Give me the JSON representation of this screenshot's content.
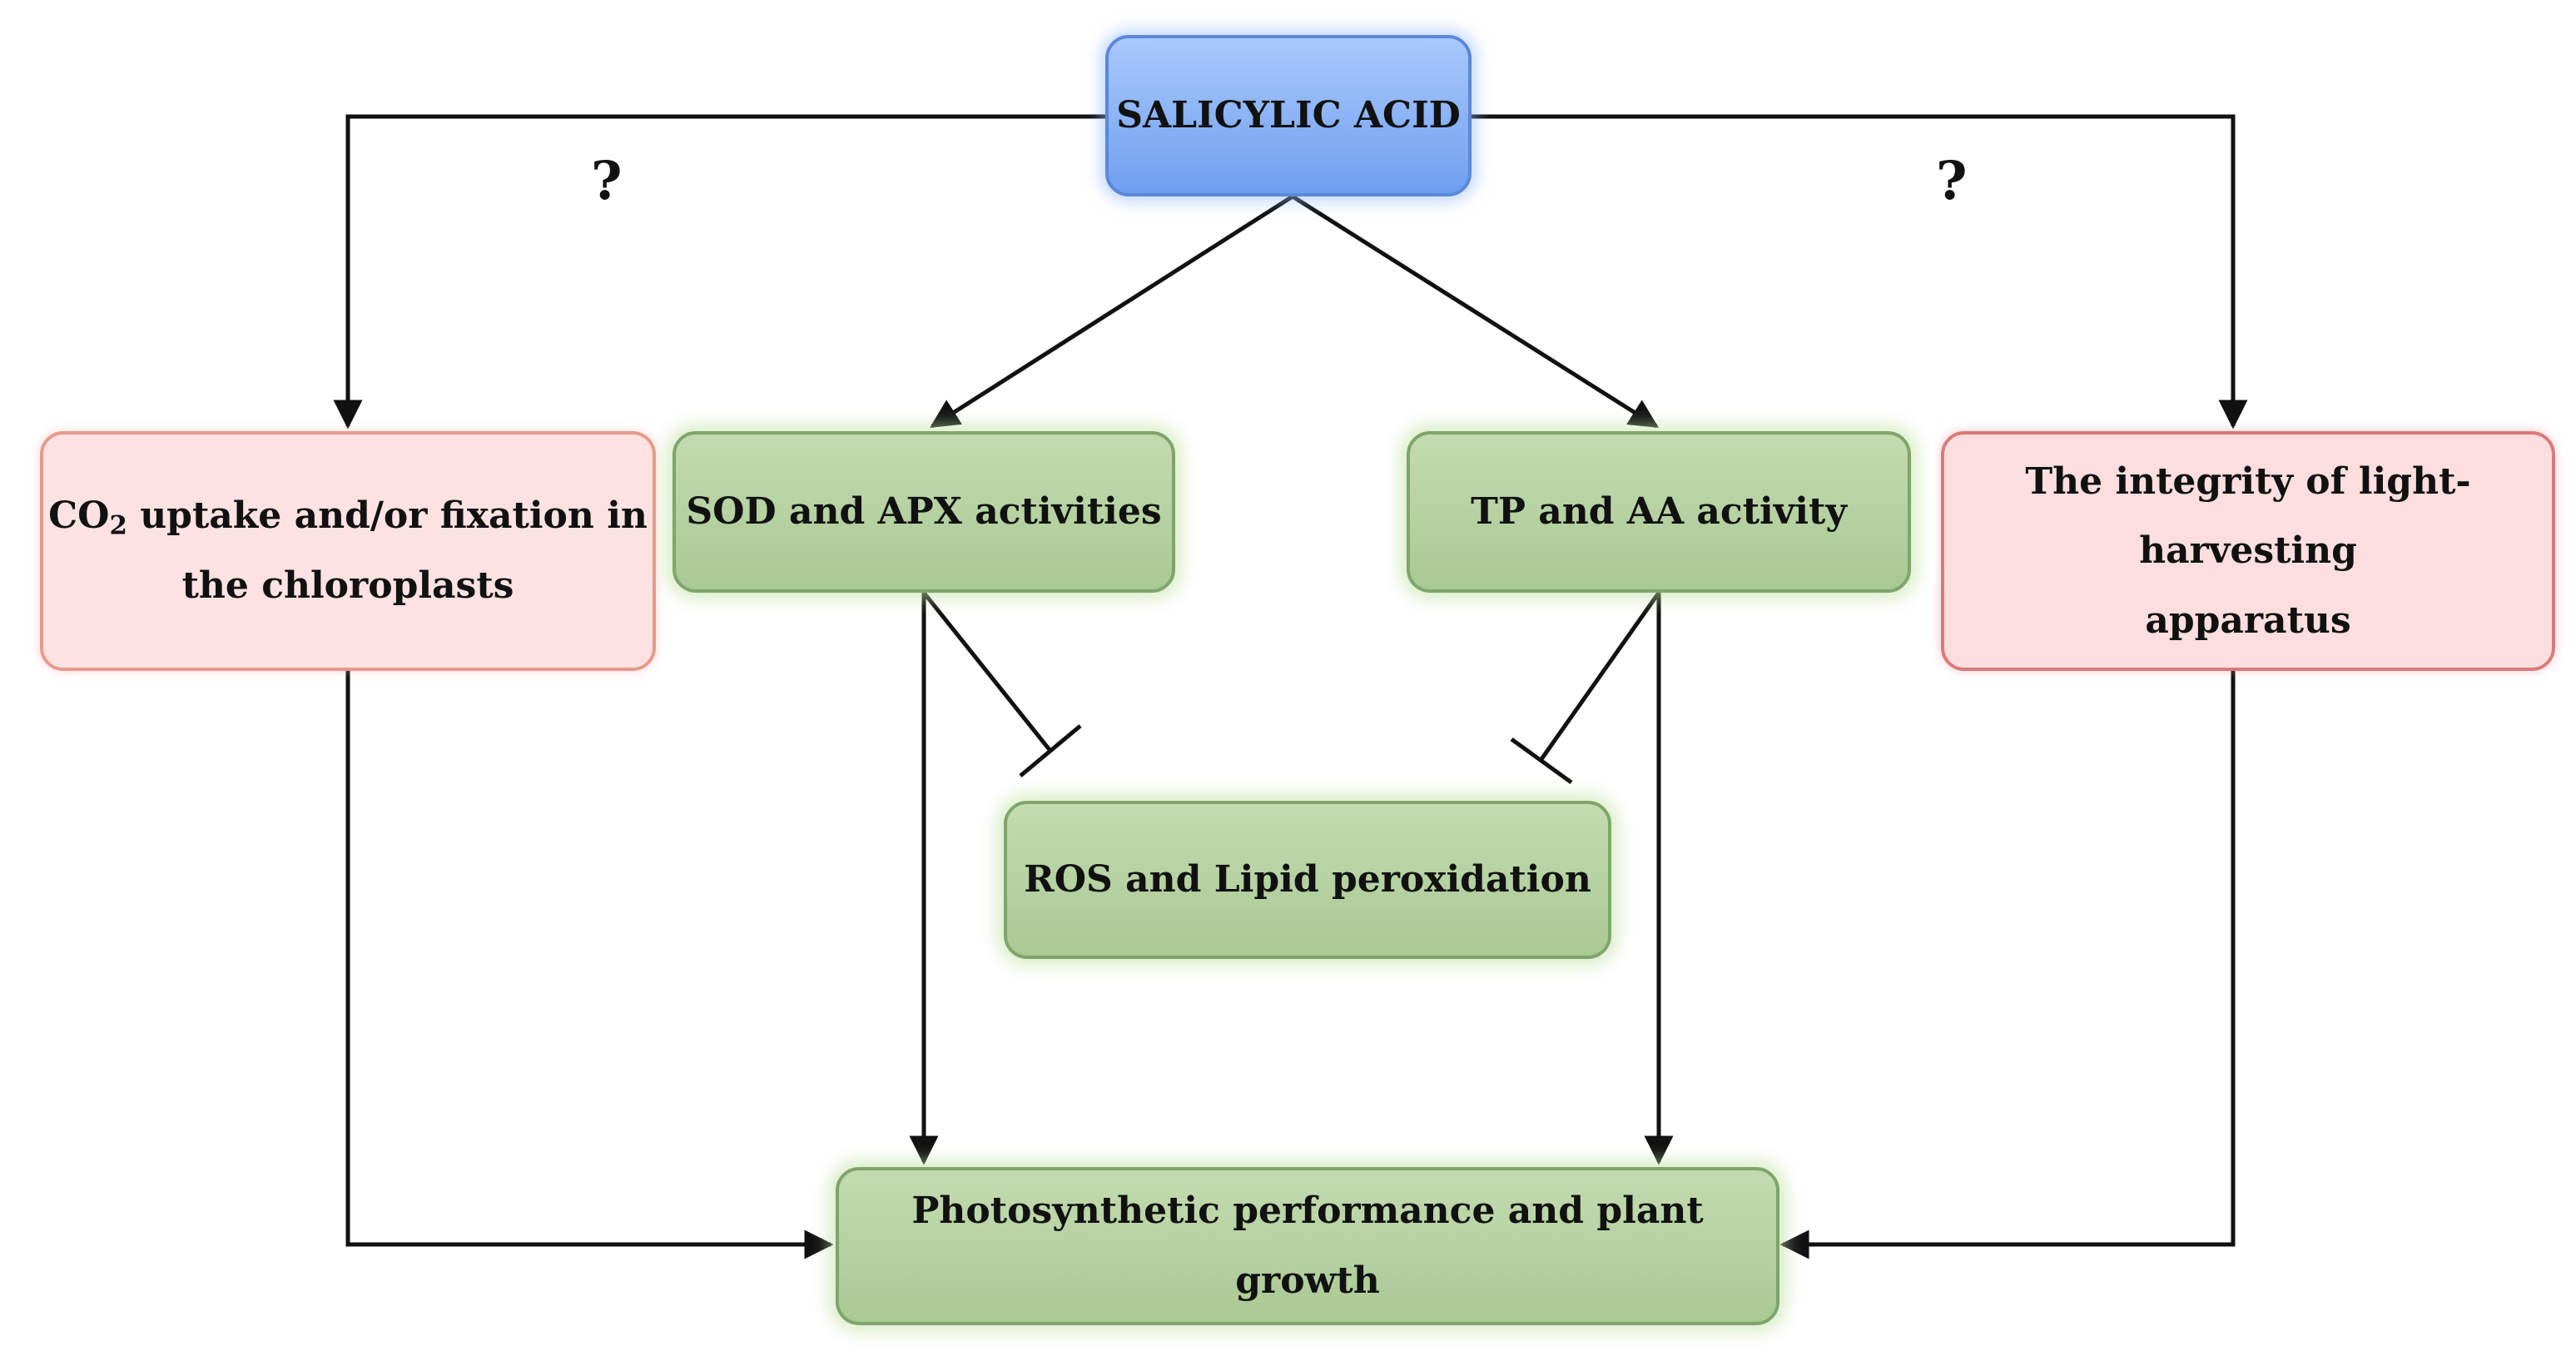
{
  "nodes": {
    "salicylic_acid": "SALICYLIC ACID",
    "sod_apx": "SOD and APX activities",
    "tp_aa": "TP and AA activity",
    "co2": {
      "prefix": "CO",
      "subscript": "2",
      "line1_rest": " uptake and/or fixation in",
      "line2": "the chloroplasts"
    },
    "integrity": {
      "line1": "The integrity of light-harvesting",
      "line2": "apparatus"
    },
    "ros": "ROS and Lipid peroxidation",
    "photosynthetic": "Photosynthetic performance and plant growth"
  },
  "annotations": {
    "left_question": "?",
    "right_question": "?"
  },
  "colors": {
    "line": "#111111"
  }
}
